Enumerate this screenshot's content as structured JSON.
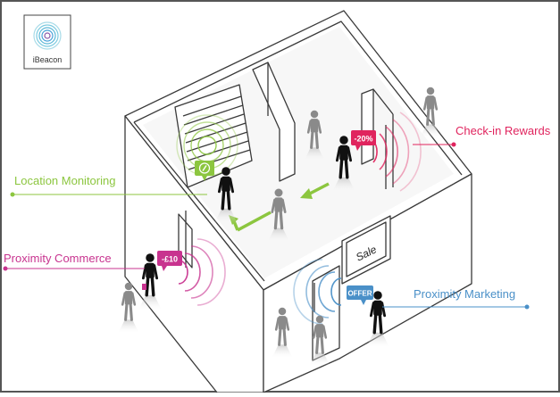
{
  "logo": {
    "label": "iBeacon"
  },
  "callouts": {
    "check_in_rewards": "Check-in Rewards",
    "location_monitoring": "Location Monitoring",
    "proximity_commerce": "Proximity Commerce",
    "proximity_marketing": "Proximity Marketing"
  },
  "badges": {
    "discount_percent": "-20%",
    "discount_pounds": "-£10",
    "offer": "OFFER"
  },
  "sign": {
    "text": "Sale"
  },
  "colors": {
    "check_in": "#e0245e",
    "location": "#8cc63f",
    "commerce": "#c8338f",
    "marketing": "#4a90c8",
    "outline": "#3a3a3a",
    "person": "#111111",
    "ghost": "#8a8a8a"
  },
  "icons": [
    "ibeacon-logo-icon",
    "compass-icon",
    "walking-arrow-icon",
    "shopping-bag-icon"
  ]
}
